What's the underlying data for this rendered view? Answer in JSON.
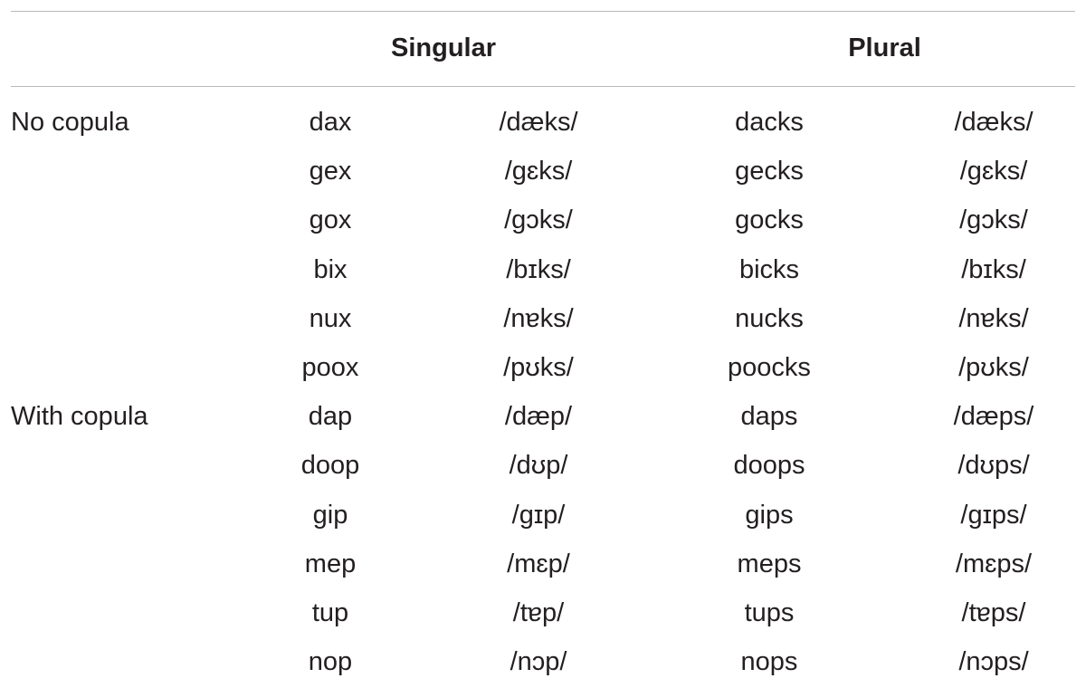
{
  "table": {
    "headers": {
      "singular": "Singular",
      "plural": "Plural"
    },
    "rows": [
      {
        "group": "No copula",
        "singular": "dax",
        "singular_ipa": "/dæks/",
        "plural": "dacks",
        "plural_ipa": "/dæks/"
      },
      {
        "group": "",
        "singular": "gex",
        "singular_ipa": "/gɛks/",
        "plural": "gecks",
        "plural_ipa": "/gɛks/"
      },
      {
        "group": "",
        "singular": "gox",
        "singular_ipa": "/gɔks/",
        "plural": "gocks",
        "plural_ipa": "/gɔks/"
      },
      {
        "group": "",
        "singular": "bix",
        "singular_ipa": "/bɪks/",
        "plural": "bicks",
        "plural_ipa": "/bɪks/"
      },
      {
        "group": "",
        "singular": "nux",
        "singular_ipa": "/nɐks/",
        "plural": "nucks",
        "plural_ipa": "/nɐks/"
      },
      {
        "group": "",
        "singular": "poox",
        "singular_ipa": "/pʊks/",
        "plural": "poocks",
        "plural_ipa": "/pʊks/"
      },
      {
        "group": "With copula",
        "singular": "dap",
        "singular_ipa": "/dæp/",
        "plural": "daps",
        "plural_ipa": "/dæps/"
      },
      {
        "group": "",
        "singular": "doop",
        "singular_ipa": "/dʊp/",
        "plural": "doops",
        "plural_ipa": "/dʊps/"
      },
      {
        "group": "",
        "singular": "gip",
        "singular_ipa": "/gɪp/",
        "plural": "gips",
        "plural_ipa": "/gɪps/"
      },
      {
        "group": "",
        "singular": "mep",
        "singular_ipa": "/mɛp/",
        "plural": "meps",
        "plural_ipa": "/mɛps/"
      },
      {
        "group": "",
        "singular": "tup",
        "singular_ipa": "/tɐp/",
        "plural": "tups",
        "plural_ipa": "/tɐps/"
      },
      {
        "group": "",
        "singular": "nop",
        "singular_ipa": "/nɔp/",
        "plural": "nops",
        "plural_ipa": "/nɔps/"
      }
    ]
  }
}
